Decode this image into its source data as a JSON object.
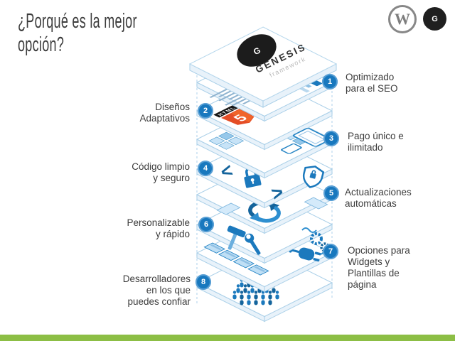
{
  "slide": {
    "title": "¿Porqué es la mejor\nopción?"
  },
  "colors": {
    "accent_green": "#8CBE45",
    "badge_blue": "#1878BE",
    "icon_blue": "#1B79BD",
    "icon_blue_dark": "#14649C",
    "icon_blue_light": "#2E8FD0",
    "html5_orange": "#E44D26"
  },
  "logos": {
    "wordpress_letter": "W",
    "genesis_letter": "G"
  },
  "tower": {
    "brand": "GENESIS",
    "brand_sub": "framework",
    "brand_letter": "G",
    "html5_label": "HTML",
    "html5_number": "5",
    "code_open": "<",
    "code_close": ">"
  },
  "features": [
    {
      "number": "1",
      "label": "Optimizado\npara el SEO"
    },
    {
      "number": "2",
      "label": "Diseños\nAdaptativos"
    },
    {
      "number": "3",
      "label": "Pago único e\nilimitado"
    },
    {
      "number": "4",
      "label": "Código limpio\ny seguro"
    },
    {
      "number": "5",
      "label": "Actualizaciones\nautomáticas"
    },
    {
      "number": "6",
      "label": "Personalizable\ny rápido"
    },
    {
      "number": "7",
      "label": "Opciones para\nWidgets y\nPlantillas de\npágina"
    },
    {
      "number": "8",
      "label": "Desarrolladores\nen los que\npuedes confiar"
    }
  ]
}
